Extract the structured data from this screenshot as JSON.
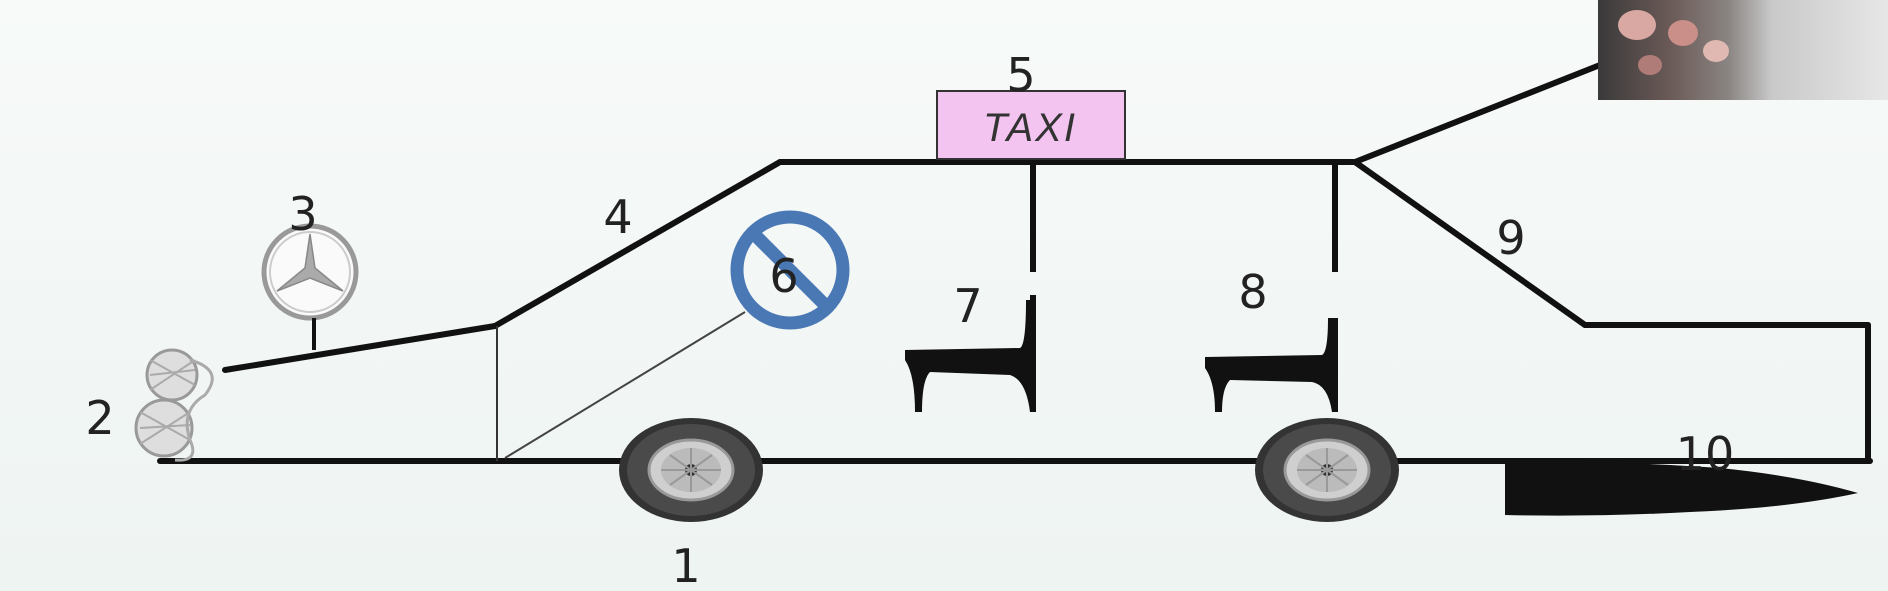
{
  "badge": {
    "taxi": "TAXI"
  },
  "labels": {
    "wheel": "1",
    "headlight": "2",
    "emblem": "3",
    "windshield": "4",
    "taxi_sign": "5",
    "no_entry_sign": "6",
    "front_seat": "7",
    "rear_seat": "8",
    "rear_window": "9",
    "exhaust": "10"
  },
  "colors": {
    "taxi_sign_fill": "#f4c4f0",
    "no_entry_ring": "#4a78b5",
    "outline": "#111111"
  },
  "icons": {
    "emblem": "mercedes-star-icon",
    "no_entry": "prohibition-sign-icon",
    "headlight": "headlight-icon",
    "wheel": "wheel-icon"
  }
}
